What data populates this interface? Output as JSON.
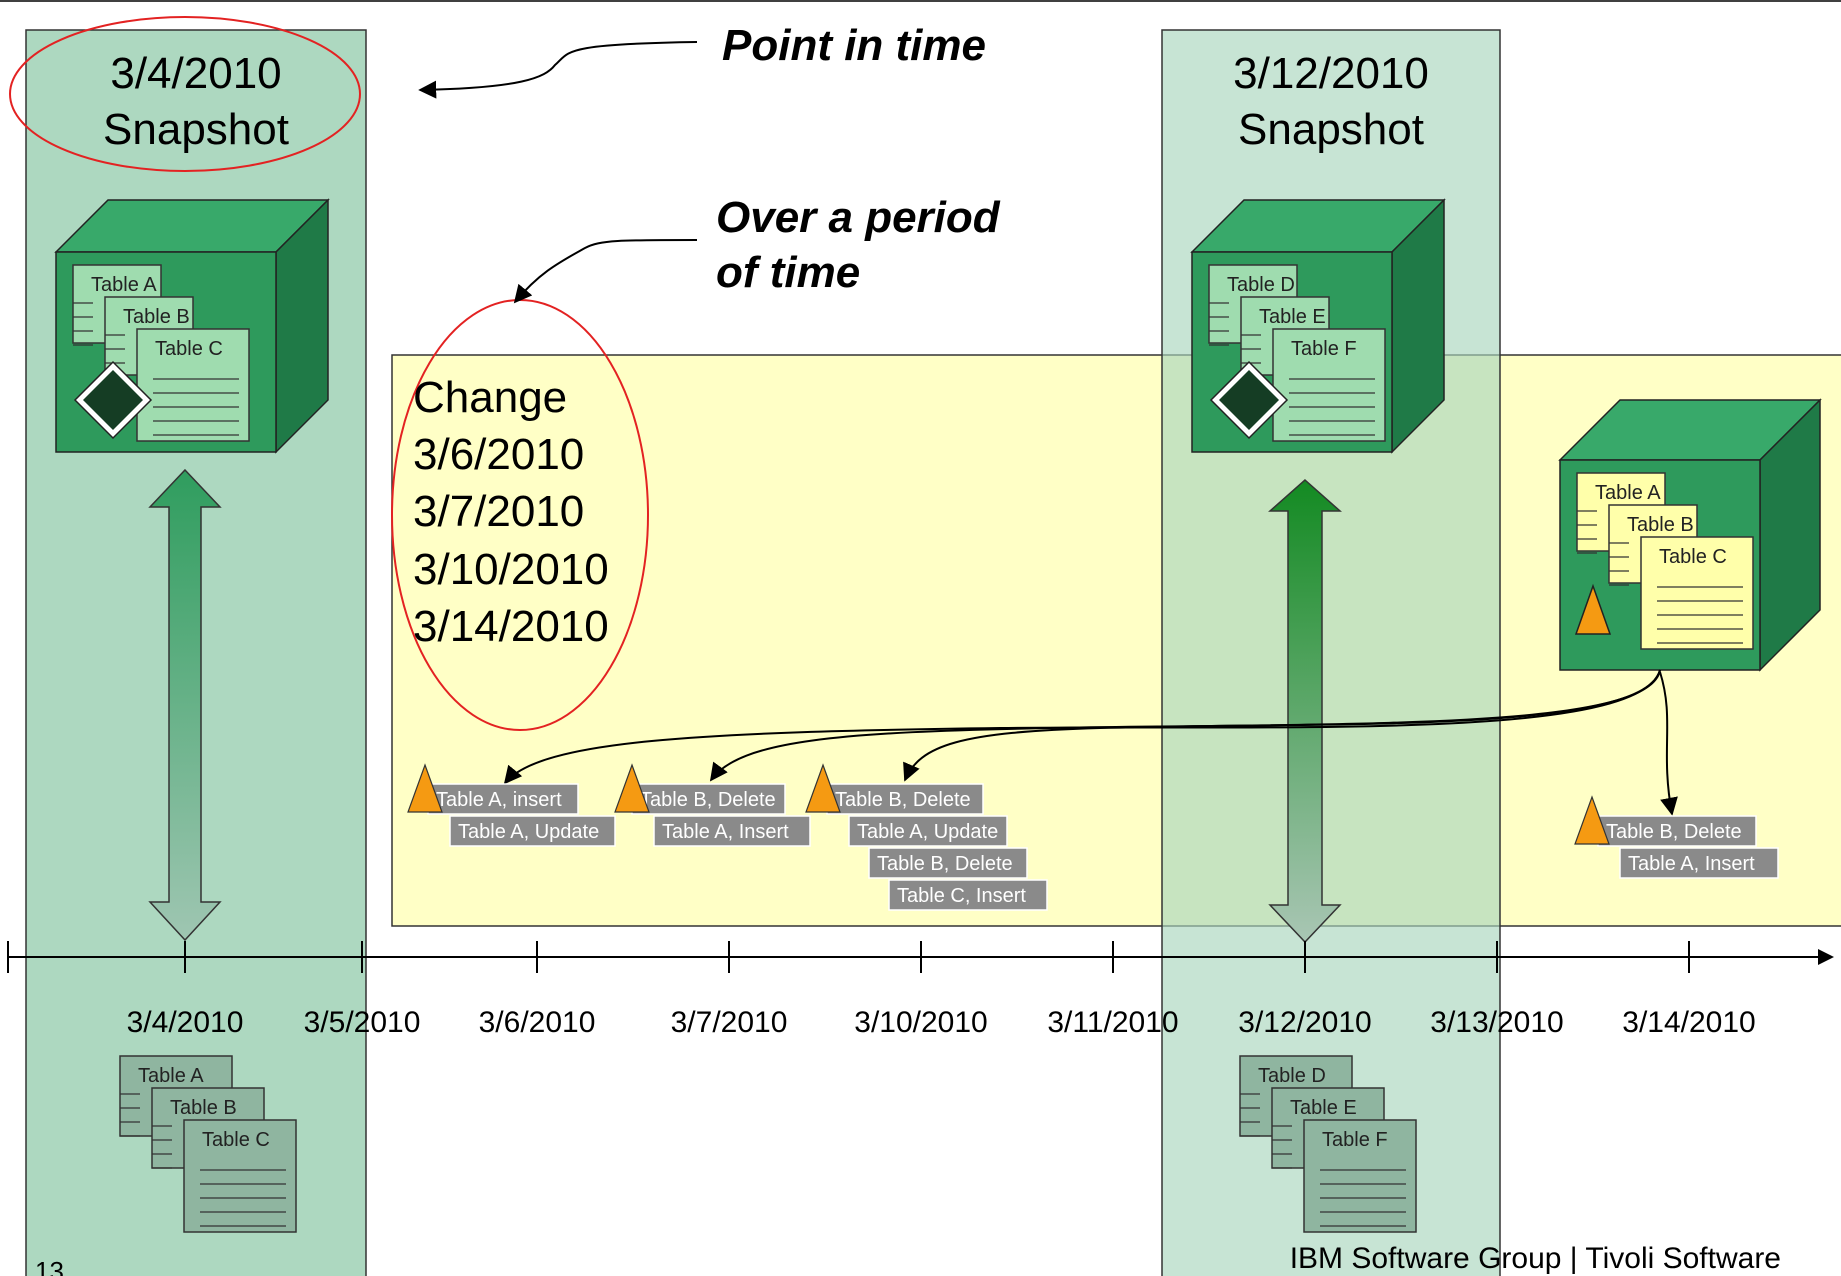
{
  "snapshots": [
    {
      "date": "3/4/2010",
      "label": "Snapshot",
      "tables": [
        "Table A",
        "Table B",
        "Table C"
      ]
    },
    {
      "date": "3/12/2010",
      "label": "Snapshot",
      "tables": [
        "Table D",
        "Table E",
        "Table F"
      ]
    }
  ],
  "callouts": {
    "point_in_time": "Point in time",
    "over_period_line1": "Over a period",
    "over_period_line2": "of time"
  },
  "change_panel": {
    "heading": "Change",
    "dates": [
      "3/6/2010",
      "3/7/2010",
      "3/10/2010",
      "3/14/2010"
    ]
  },
  "change_source_tables": [
    "Table A",
    "Table B",
    "Table C"
  ],
  "change_groups": [
    {
      "entries": [
        "Table A, insert",
        "Table A, Update"
      ]
    },
    {
      "entries": [
        "Table B, Delete",
        "Table A, Insert"
      ]
    },
    {
      "entries": [
        "Table B, Delete",
        "Table A, Update",
        "Table B, Delete",
        "Table C, Insert"
      ]
    },
    {
      "entries": [
        "Table B, Delete",
        "Table A, Insert"
      ]
    }
  ],
  "timeline": {
    "dates": [
      "3/4/2010",
      "3/5/2010",
      "3/6/2010",
      "3/7/2010",
      "3/10/2010",
      "3/11/2010",
      "3/12/2010",
      "3/13/2010",
      "3/14/2010"
    ]
  },
  "bottom_tables": {
    "left": [
      "Table A",
      "Table B",
      "Table C"
    ],
    "right": [
      "Table D",
      "Table E",
      "Table F"
    ]
  },
  "footer": {
    "page_number": "13",
    "company": "IBM Software Group | Tivoli Software"
  },
  "colors": {
    "snapshot_band": "#a9d6bd",
    "change_panel": "#ffffc6",
    "cube_front": "#2e9a5c",
    "cube_dark": "#1f7a47",
    "table_green": "#9fdcaf",
    "table_yellow": "#ffffaa",
    "change_tag": "#8a8a8a",
    "triangle": "#f59a12",
    "ellipse": "#e32222"
  }
}
